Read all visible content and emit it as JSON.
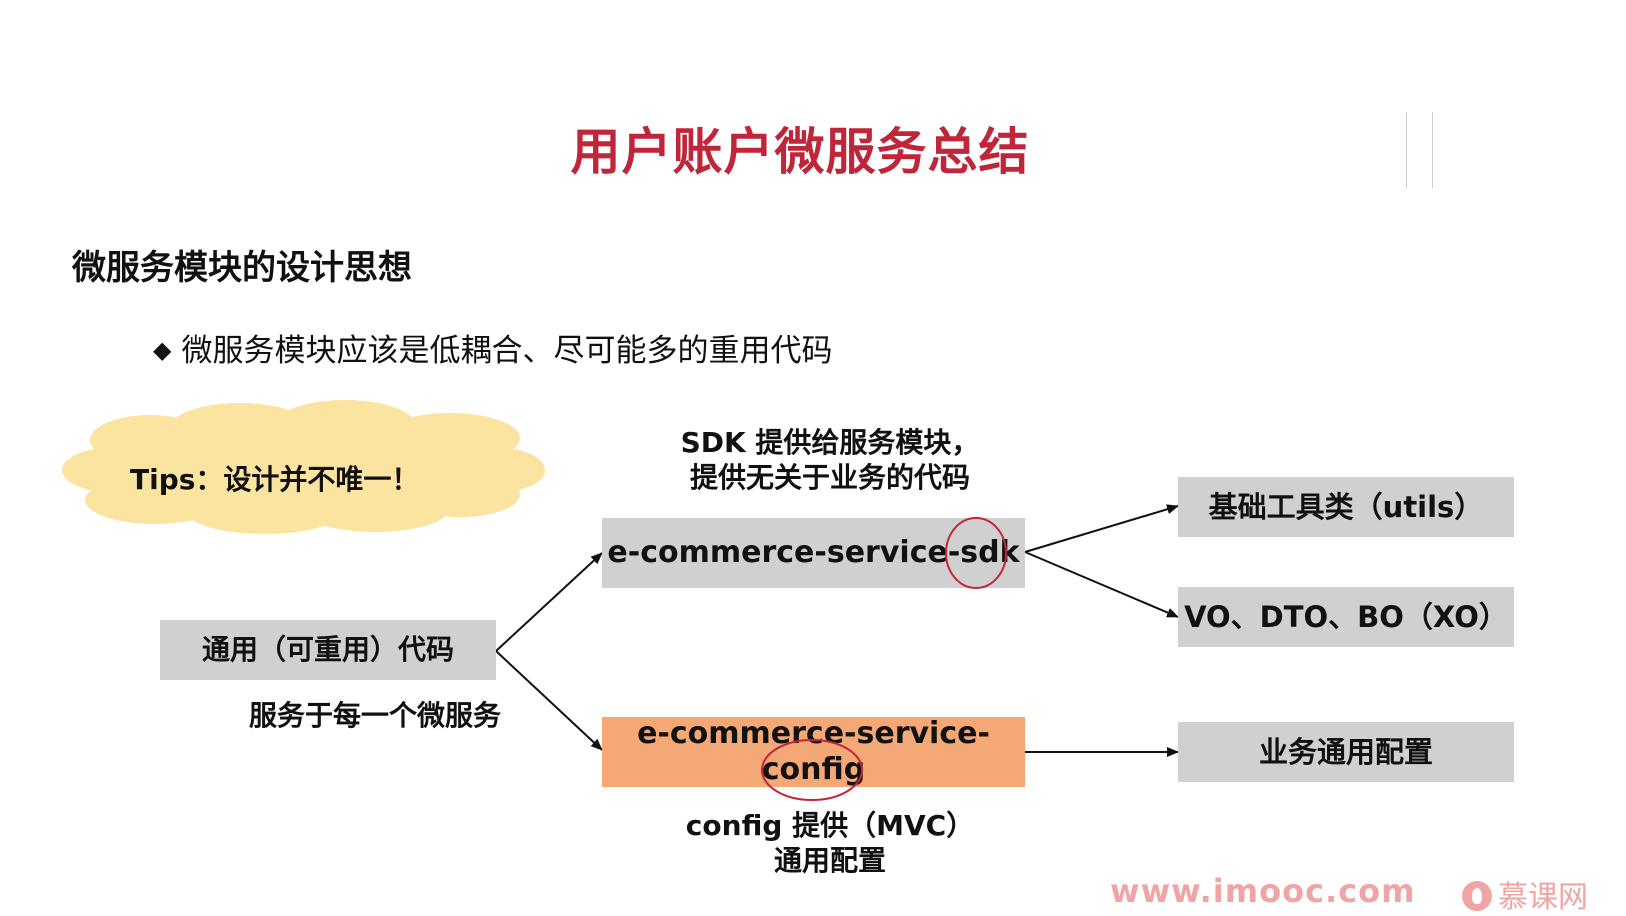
{
  "title": "用户账户微服务总结",
  "section_heading": "微服务模块的设计思想",
  "bullet": {
    "symbol": "◆",
    "text": "微服务模块应该是低耦合、尽可能多的重用代码"
  },
  "tips": "Tips：设计并不唯一！",
  "sdk_caption": {
    "line1": "SDK 提供给服务模块，",
    "line2": "提供无关于业务的代码"
  },
  "nodes": {
    "common_code": "通用（可重用）代码",
    "sdk": "e-commerce-service-sdk",
    "config_line1": "e-commerce-service-",
    "config_line2": "config",
    "utils": "基础工具类（utils）",
    "vo_dto": "VO、DTO、BO（XO）",
    "business_config": "业务通用配置"
  },
  "serve_caption": "服务于每一个微服务",
  "config_caption": {
    "line1": "config 提供（MVC）",
    "line2": "通用配置"
  },
  "watermark": {
    "url": "www.imooc.com",
    "logo_text": "慕课网"
  },
  "colors": {
    "title": "#c0263a",
    "grey_box": "#d0d0d0",
    "orange_box": "#f3a876",
    "cloud": "#fbe3a0",
    "highlight_circle": "#c0263a",
    "watermark": "#f0a5a5"
  }
}
